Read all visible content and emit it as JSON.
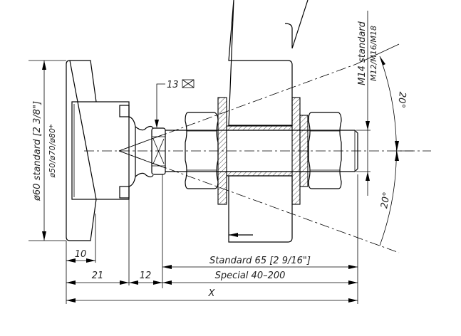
{
  "labels": {
    "diameter_standard": "ø60  standard  [2  3/8\"]",
    "diameter_options": "ø50/ø70/ø80*",
    "thread_standard": "M14  standard",
    "thread_options": "M12/M16/M18",
    "angle_upper": "20°",
    "angle_lower": "20°",
    "wrench_size": "13",
    "dim_10": "10",
    "dim_21": "21",
    "dim_12": "12",
    "dim_standard": "Standard  65  [2  9/16\"]",
    "dim_special": "Special  40–200",
    "dim_x": "X"
  }
}
